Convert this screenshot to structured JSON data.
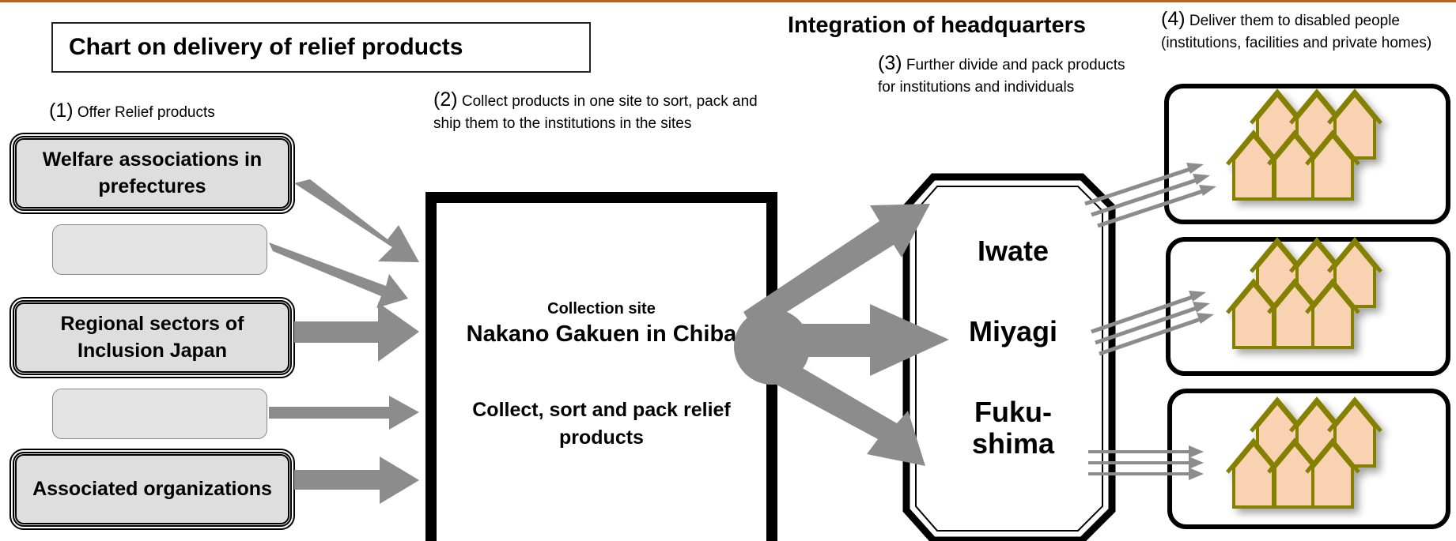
{
  "title": "Chart on delivery of relief products",
  "step1": {
    "num": "(1)",
    "text": "Offer Relief products"
  },
  "step2": {
    "num": "(2)",
    "text": "Collect products in one site to sort, pack and ship them to the institutions in the sites"
  },
  "hq_title": "Integration of headquarters",
  "step3": {
    "num": "(3)",
    "text": "Further divide and pack products for institutions and individuals"
  },
  "step4": {
    "num": "(4)",
    "text": "Deliver them to disabled people (institutions, facilities and private homes)"
  },
  "sources": {
    "welfare": "Welfare associations in prefectures",
    "regional": "Regional sectors of Inclusion Japan",
    "associated": "Associated organizations"
  },
  "collection": {
    "label": "Collection site",
    "name": "Nakano Gakuen in Chiba",
    "action": "Collect, sort and pack relief products"
  },
  "prefectures": {
    "p1": "Iwate",
    "p2": "Miyagi",
    "p3": "Fuku-shima"
  },
  "colors": {
    "arrow": "#8c8c8c",
    "house_fill": "#f9d2b2",
    "house_roof": "#848004",
    "source_fill": "#dedede",
    "top_line": "#b5651d"
  },
  "icons": {
    "house": "house-icon",
    "arrow": "arrow-icon"
  }
}
